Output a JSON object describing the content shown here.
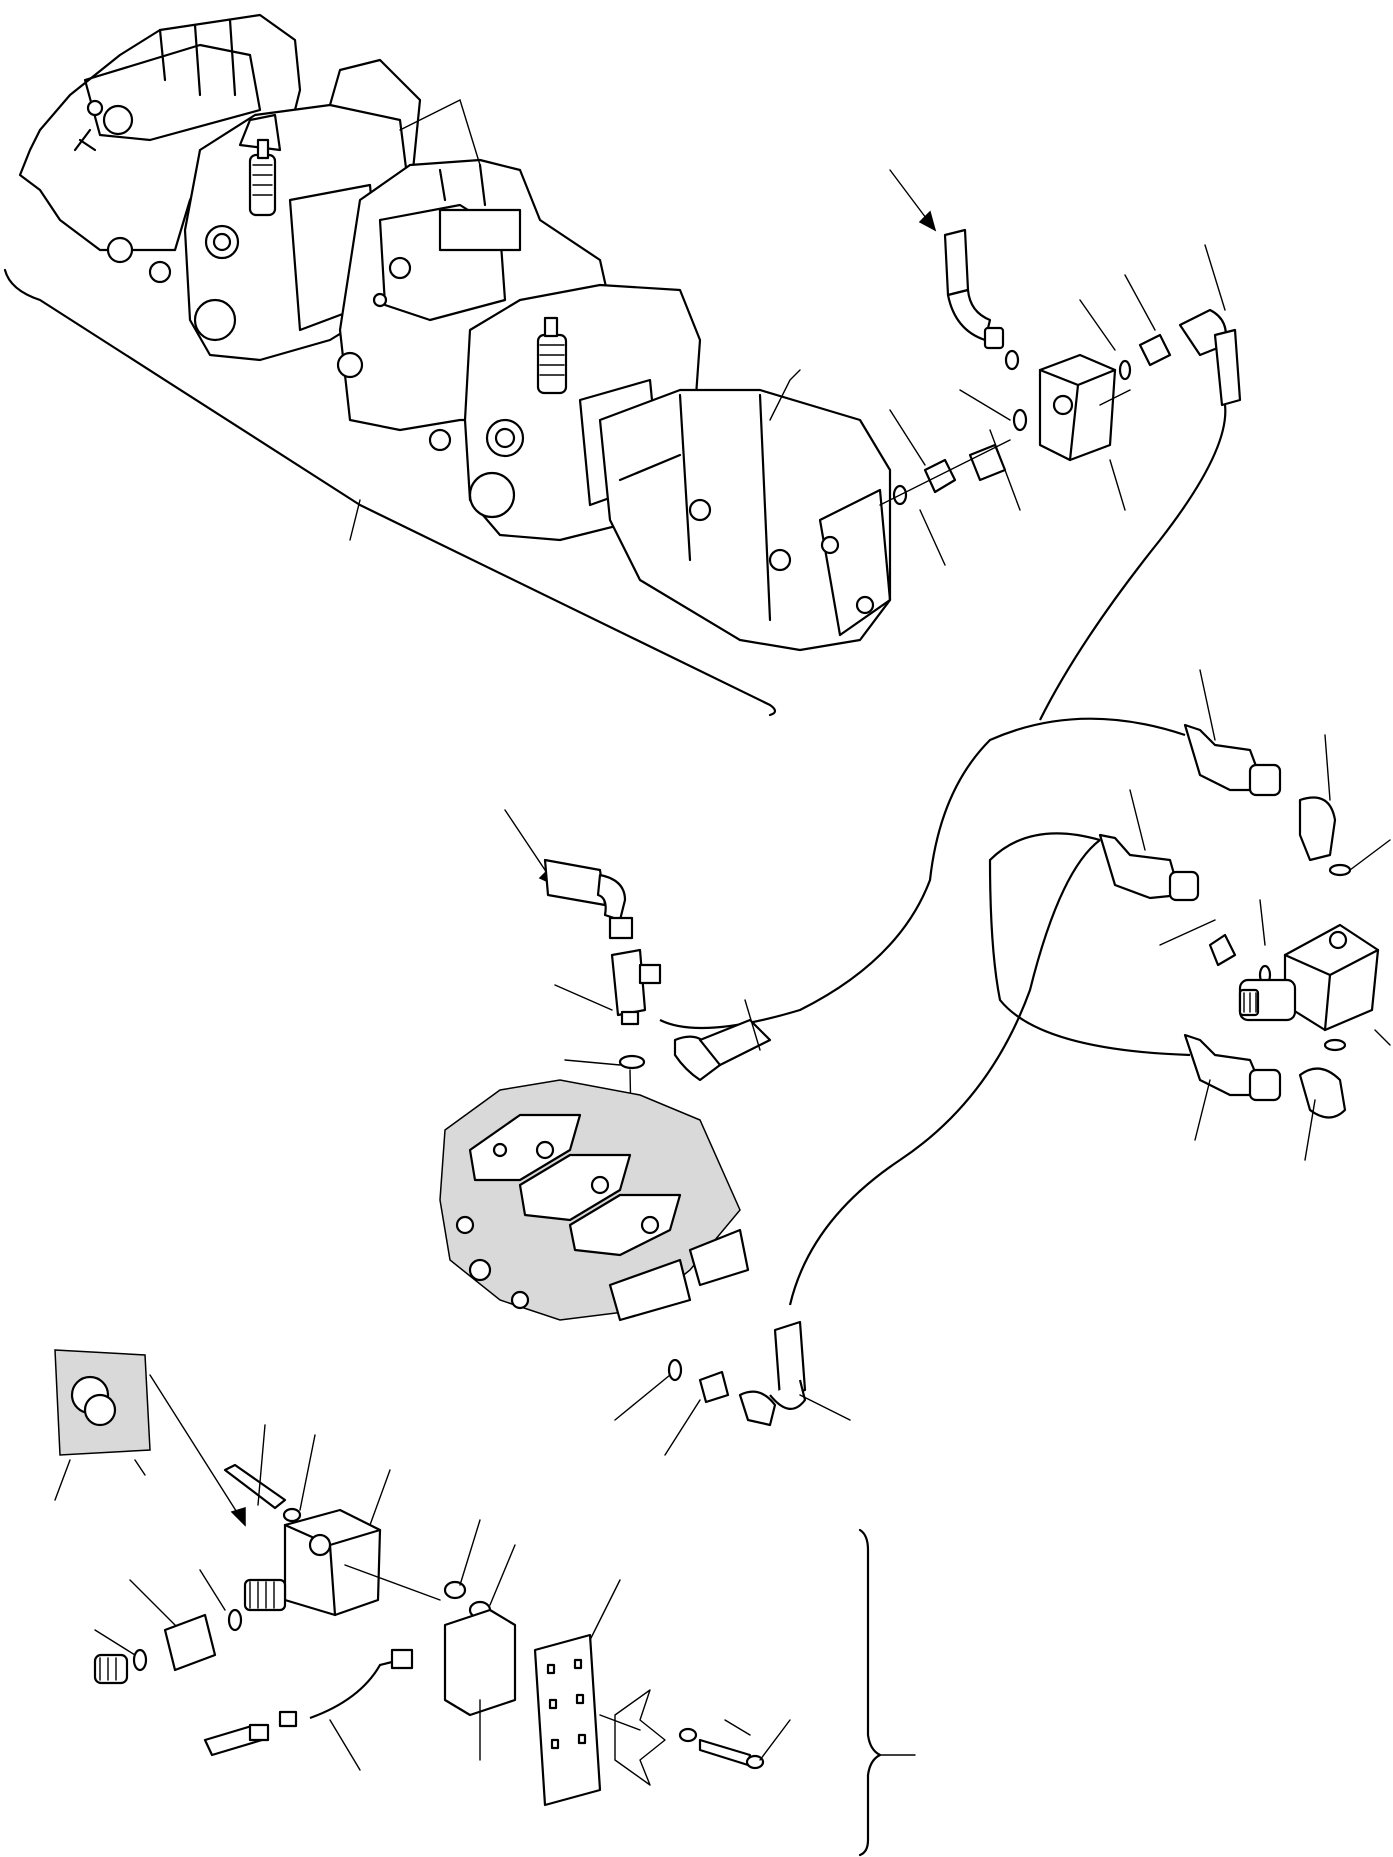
{
  "diagram": {
    "kind": "exploded hydraulic parts view",
    "groups": [
      {
        "id": "pump-assembly",
        "icon": "hydraulic-pump-icon"
      },
      {
        "id": "control-valve",
        "icon": "control-valve-icon"
      },
      {
        "id": "solenoid-valve-block",
        "icon": "valve-block-icon"
      },
      {
        "id": "solenoid-kit",
        "icon": "solenoid-kit-icon"
      }
    ],
    "colors": {
      "ink": "#000000",
      "paper": "#ffffff"
    }
  }
}
